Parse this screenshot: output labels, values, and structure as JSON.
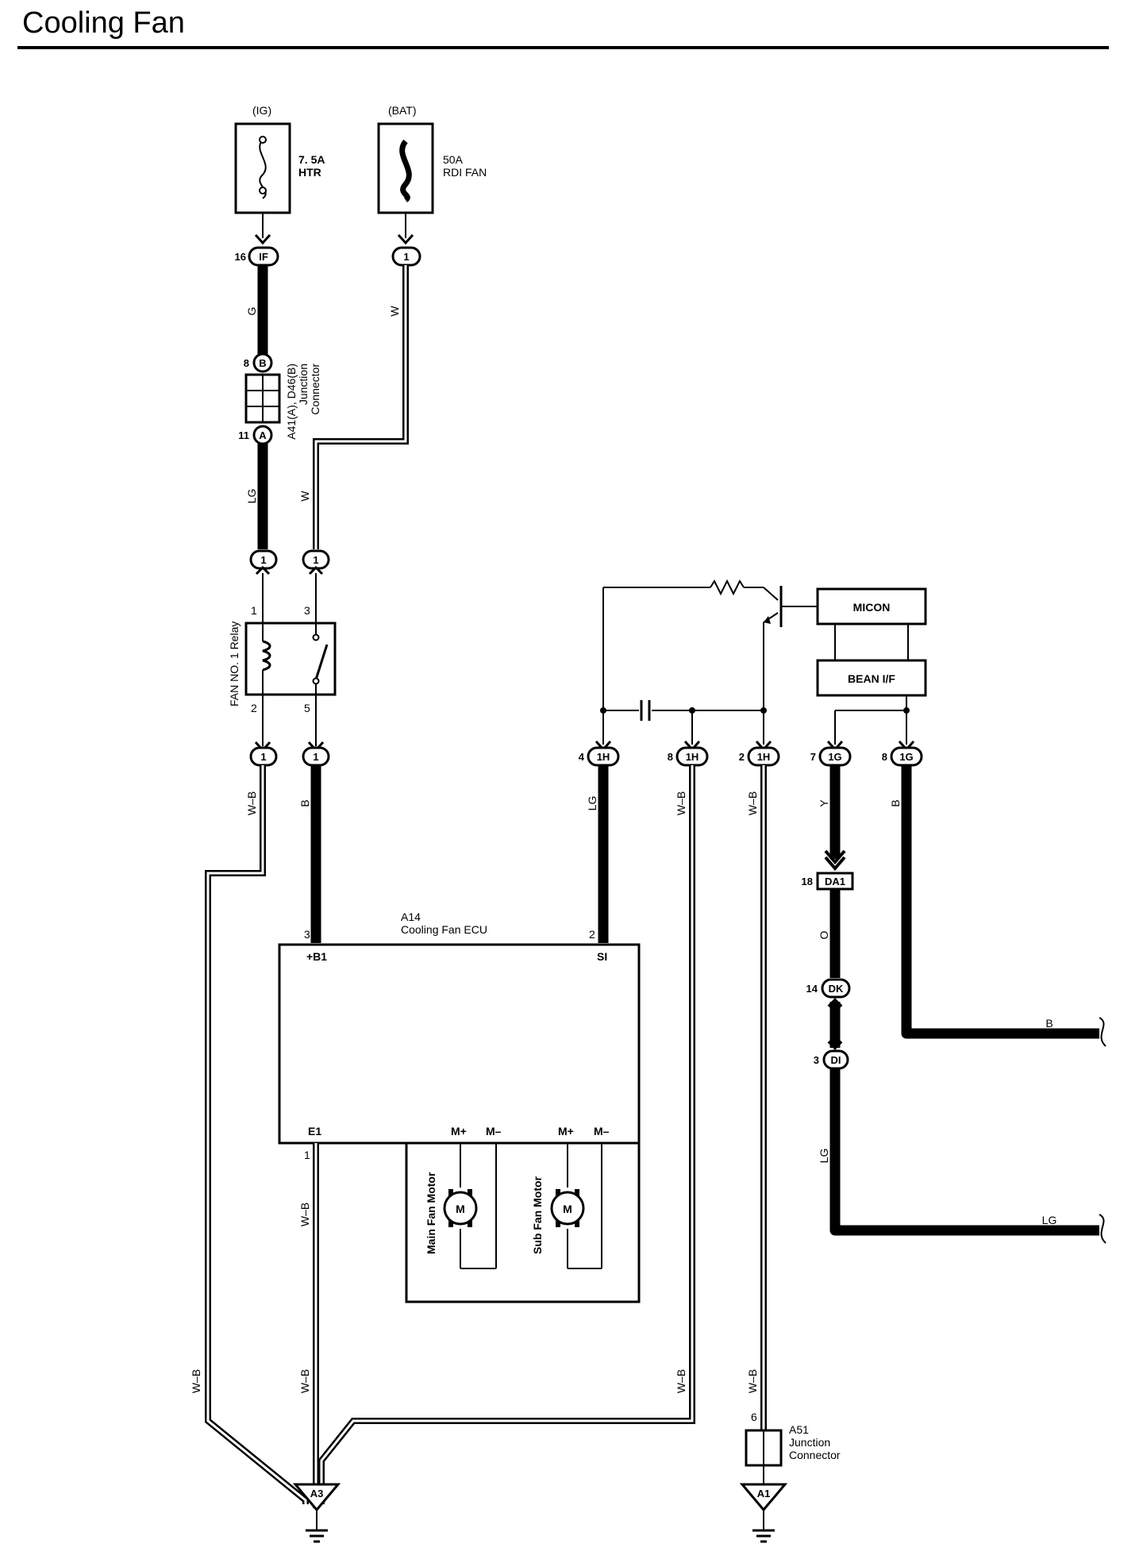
{
  "page": {
    "title": "Cooling Fan"
  },
  "fuses": [
    {
      "source": "(IG)",
      "rating": "7. 5A",
      "name": "HTR"
    },
    {
      "source": "(BAT)",
      "rating": "50A",
      "name": "RDI FAN"
    }
  ],
  "connectors": {
    "ig_fuse": {
      "code": "IF",
      "pin": "16"
    },
    "bat_fuse": {
      "code": "1",
      "pin": ""
    },
    "relay_in_1": {
      "code": "1"
    },
    "relay_in_2": {
      "code": "1"
    },
    "relay_out_1": {
      "code": "1"
    },
    "relay_out_2": {
      "code": "1"
    },
    "jc_b": {
      "code": "B",
      "pin": "8"
    },
    "jc_a": {
      "code": "A",
      "pin": "11"
    },
    "h4": {
      "code": "1H",
      "pin": "4"
    },
    "h8": {
      "code": "1H",
      "pin": "8"
    },
    "h2": {
      "code": "1H",
      "pin": "2"
    },
    "g7": {
      "code": "1G",
      "pin": "7"
    },
    "g8": {
      "code": "1G",
      "pin": "8"
    },
    "da1": {
      "code": "DA1",
      "pin": "18"
    },
    "dk": {
      "code": "DK",
      "pin": "14"
    },
    "di": {
      "code": "DI",
      "pin": "3"
    }
  },
  "junction_connector_1": {
    "id": "A41(A), D46(B)",
    "line1": "Junction",
    "line2": "Connector"
  },
  "relay": {
    "name": "FAN NO. 1 Relay",
    "pin1": "1",
    "pin2": "2",
    "pin3": "3",
    "pin5": "5"
  },
  "wires": {
    "g": "G",
    "w1": "W",
    "lg1": "LG",
    "w2": "W",
    "wb1": "W–B",
    "b1": "B",
    "lg_si": "LG",
    "wb_h8": "W–B",
    "wb_h2": "W–B",
    "y": "Y",
    "b_g8": "B",
    "o": "O",
    "lg_di": "LG",
    "b_out": "B",
    "lg_out": "LG",
    "wb_e1": "W–B",
    "wb_left": "W–B",
    "wb_e1_low": "W–B",
    "wb_h8_low": "W–B",
    "wb_h2_low": "W–B"
  },
  "ecu": {
    "id": "A14",
    "name": "Cooling Fan ECU",
    "b1_label": "+B1",
    "b1_pin": "3",
    "si_label": "SI",
    "si_pin": "2",
    "e1_label": "E1",
    "e1_pin": "1",
    "main_mp": "M+",
    "main_mm": "M–",
    "sub_mp": "M+",
    "sub_mm": "M–",
    "main_motor": "Main Fan Motor",
    "sub_motor": "Sub Fan Motor",
    "motor_symbol": "M"
  },
  "modules": {
    "micon": "MICON",
    "bean": "BEAN I/F"
  },
  "junction_connector_2": {
    "id": "A51",
    "line1": "Junction",
    "line2": "Connector",
    "pin": "6"
  },
  "grounds": {
    "a3": "A3",
    "a1": "A1"
  }
}
